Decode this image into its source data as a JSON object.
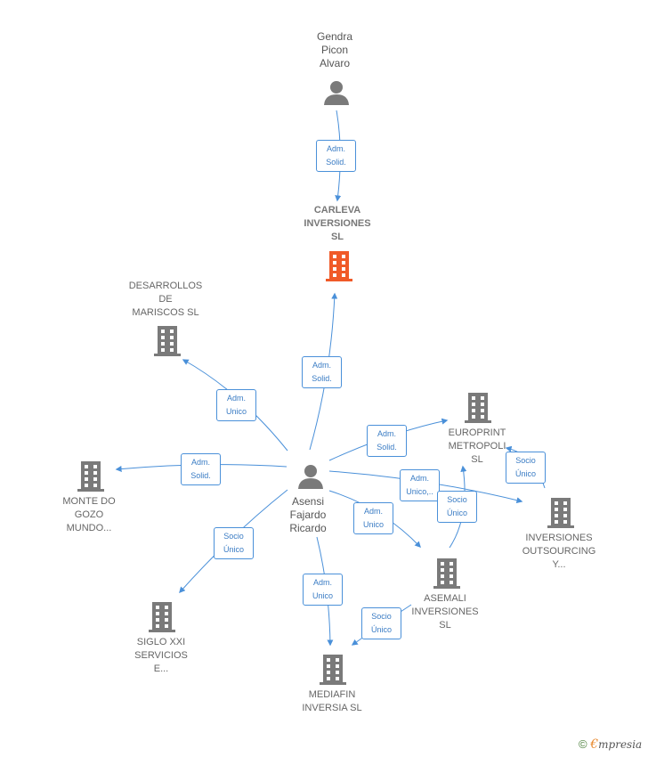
{
  "colors": {
    "link": "#4a90d9",
    "building": "#7a7a7a",
    "building_main": "#f05a28",
    "person": "#7a7a7a"
  },
  "nodes": {
    "gendra": {
      "label": "Gendra\nPicon\nAlvaro",
      "icon": "person-icon"
    },
    "carleva": {
      "label": "CARLEVA\nINVERSIONES\nSL",
      "icon": "building-icon"
    },
    "desarrollos": {
      "label": "DESARROLLOS\nDE\nMARISCOS  SL",
      "icon": "building-icon"
    },
    "europrint": {
      "label": "EUROPRINT\nMETROPOLI\nSL",
      "icon": "building-icon"
    },
    "monte": {
      "label": "MONTE DO\nGOZO\nMUNDO...",
      "icon": "building-icon"
    },
    "asensi": {
      "label": "Asensi\nFajardo\nRicardo",
      "icon": "person-icon"
    },
    "inversiones": {
      "label": "INVERSIONES\nOUTSOURCING\nY...",
      "icon": "building-icon"
    },
    "asemali": {
      "label": "ASEMALI\nINVERSIONES\nSL",
      "icon": "building-icon"
    },
    "siglo": {
      "label": "SIGLO XXI\nSERVICIOS\nE...",
      "icon": "building-icon"
    },
    "mediafin": {
      "label": "MEDIAFIN\nINVERSIA  SL",
      "icon": "building-icon"
    }
  },
  "edges": {
    "gendra_carleva": "Adm.\nSolid.",
    "asensi_carleva": "Adm.\nSolid.",
    "asensi_desarrollos": "Adm.\nUnico",
    "asensi_europrint": "Adm.\nSolid.",
    "asensi_monte": "Adm.\nSolid.",
    "asensi_inversiones": "Adm.\nUnico,..",
    "inversiones_europrint": "Socio\nÚnico",
    "asemali_europrint": "Socio\nÚnico",
    "asensi_asemali": "Adm.\nUnico",
    "asensi_siglo": "Socio\nÚnico",
    "asensi_mediafin": "Adm.\nUnico",
    "asemali_mediafin": "Socio\nÚnico"
  },
  "footer": {
    "copyright": "©",
    "brand_first": "€",
    "brand_rest": "mpresia"
  }
}
